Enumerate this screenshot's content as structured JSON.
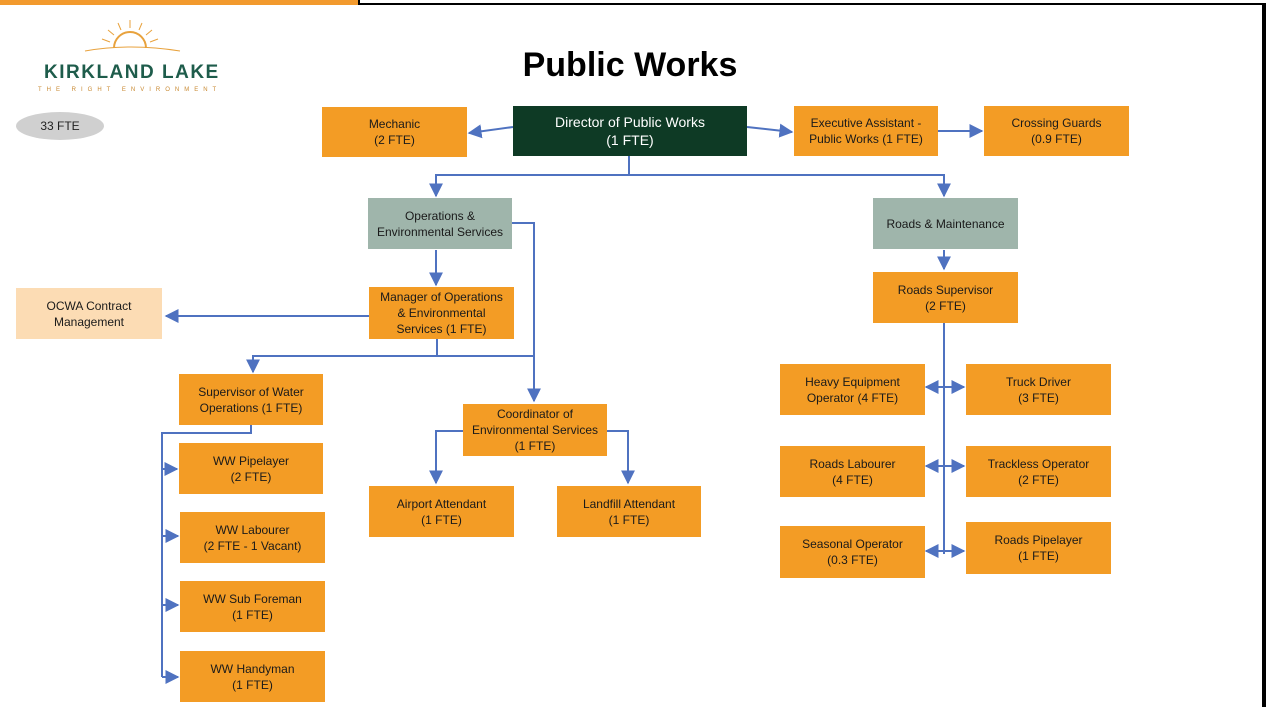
{
  "logo": {
    "name": "KIRKLAND LAKE",
    "tagline": "THE RIGHT ENVIRONMENT"
  },
  "title": "Public Works",
  "fte_badge": "33 FTE",
  "colors": {
    "orange": "#f39c25",
    "grey": "#9fb5ab",
    "dark_green": "#0e3a25",
    "peach": "#fcdcb4",
    "connector": "#4f72c0"
  },
  "boxes": {
    "director": {
      "line1": "Director of Public Works",
      "line2": "(1 FTE)"
    },
    "mechanic": {
      "line1": "Mechanic",
      "line2": "(2 FTE)"
    },
    "exec_assistant": {
      "line1": "Executive Assistant -",
      "line2": "Public Works (1 FTE)"
    },
    "crossing_guards": {
      "line1": "Crossing Guards",
      "line2": "(0.9 FTE)"
    },
    "ops_env": {
      "line1": "Operations &",
      "line2": "Environmental Services"
    },
    "roads_maint": {
      "line1": "Roads & Maintenance"
    },
    "ocwa": {
      "line1": "OCWA Contract",
      "line2": "Management"
    },
    "manager_ops": {
      "line1": "Manager of Operations",
      "line2": "& Environmental",
      "line3": "Services (1 FTE)"
    },
    "roads_supervisor": {
      "line1": "Roads Supervisor",
      "line2": "(2 FTE)"
    },
    "supervisor_water": {
      "line1": "Supervisor of Water",
      "line2": "Operations (1 FTE)"
    },
    "coordinator_env": {
      "line1": "Coordinator of",
      "line2": "Environmental Services",
      "line3": "(1 FTE)"
    },
    "ww_pipelayer": {
      "line1": "WW Pipelayer",
      "line2": "(2 FTE)"
    },
    "ww_labourer": {
      "line1": "WW Labourer",
      "line2": "(2 FTE - 1 Vacant)"
    },
    "ww_sub_foreman": {
      "line1": "WW Sub Foreman",
      "line2": "(1 FTE)"
    },
    "ww_handyman": {
      "line1": "WW Handyman",
      "line2": "(1 FTE)"
    },
    "airport_attendant": {
      "line1": "Airport Attendant",
      "line2": "(1 FTE)"
    },
    "landfill_attendant": {
      "line1": "Landfill Attendant",
      "line2": "(1 FTE)"
    },
    "heavy_equipment": {
      "line1": "Heavy Equipment",
      "line2": "Operator (4 FTE)"
    },
    "truck_driver": {
      "line1": "Truck Driver",
      "line2": "(3 FTE)"
    },
    "roads_labourer": {
      "line1": "Roads Labourer",
      "line2": "(4 FTE)"
    },
    "trackless_operator": {
      "line1": "Trackless Operator",
      "line2": "(2 FTE)"
    },
    "seasonal_operator": {
      "line1": "Seasonal Operator",
      "line2": "(0.3 FTE)"
    },
    "roads_pipelayer": {
      "line1": "Roads Pipelayer",
      "line2": "(1 FTE)"
    }
  }
}
